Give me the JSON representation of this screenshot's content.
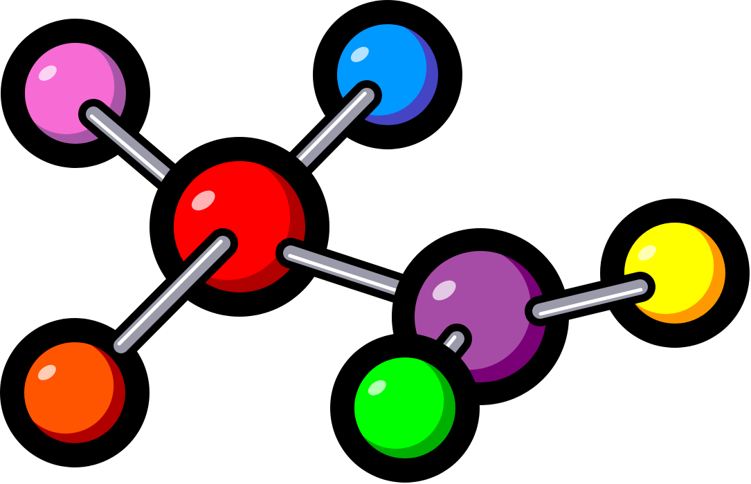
{
  "illustration": {
    "subject": "molecule",
    "background": "#ffffff",
    "outline_color": "#000000",
    "bond_color": "#9a9aaa",
    "bond_highlight": "#ffffff",
    "atoms": [
      {
        "id": "pink",
        "base": "#f76bd4",
        "shade": "#a855a8"
      },
      {
        "id": "blue",
        "base": "#0099ff",
        "shade": "#4444c4"
      },
      {
        "id": "red",
        "base": "#ff0000",
        "shade": "#b00000"
      },
      {
        "id": "orange",
        "base": "#ff5500",
        "shade": "#b00000"
      },
      {
        "id": "purple",
        "base": "#a64ca6",
        "shade": "#7a0077"
      },
      {
        "id": "yellow",
        "base": "#ffff00",
        "shade": "#ff9900"
      },
      {
        "id": "green",
        "base": "#00ff00",
        "shade": "#00b000"
      }
    ]
  }
}
